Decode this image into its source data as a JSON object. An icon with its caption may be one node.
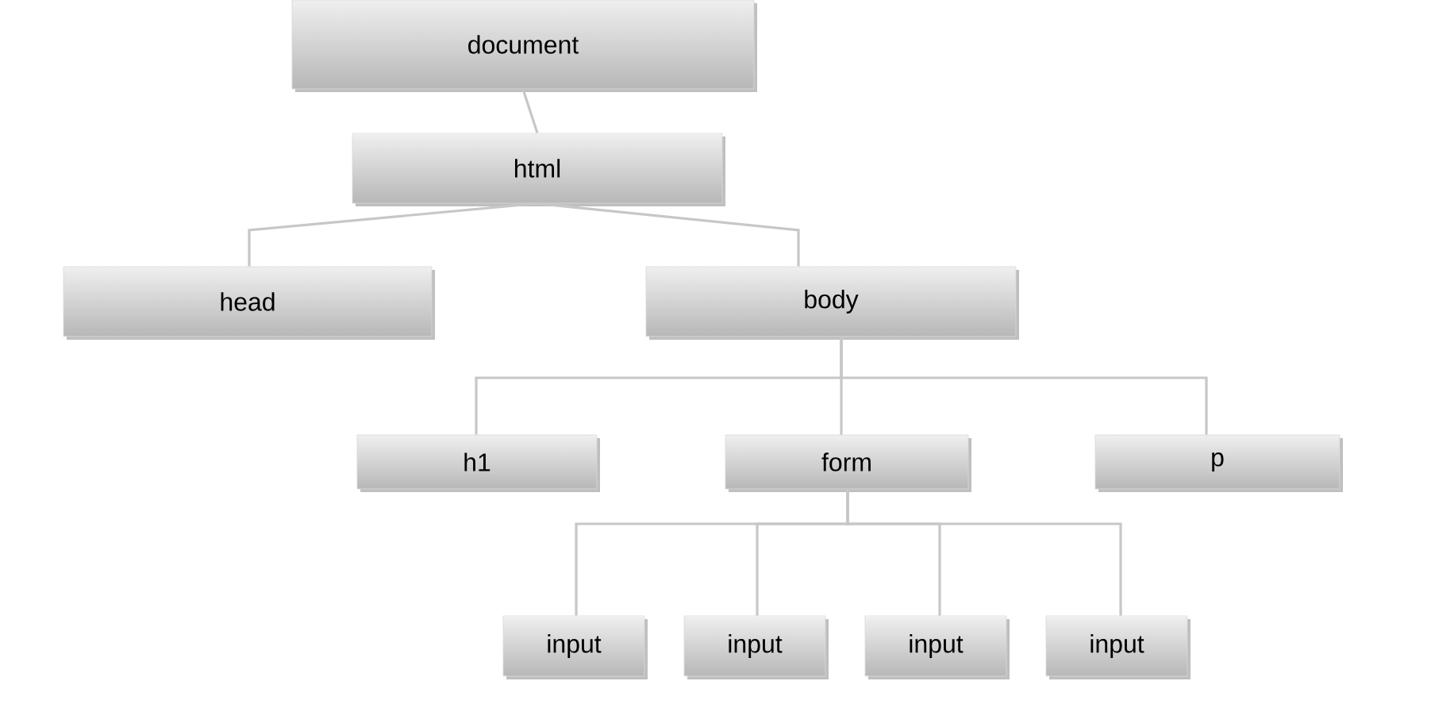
{
  "diagram": {
    "nodes": [
      {
        "text": [
          "document"
        ]
      },
      {
        "text": [
          "html"
        ]
      },
      {
        "text": [
          "head"
        ]
      },
      {
        "text": [
          "body"
        ]
      },
      {
        "text": [
          "h1"
        ]
      },
      {
        "text": [
          "form"
        ]
      },
      {
        "text": [
          "p"
        ]
      },
      {
        "text": [
          "input"
        ]
      },
      {
        "text": [
          "input"
        ]
      },
      {
        "text": [
          "input"
        ]
      },
      {
        "text": [
          "input"
        ]
      }
    ],
    "edges": [
      {
        "from": 0,
        "to": 1,
        "arrow": "none"
      },
      {
        "from": 1,
        "to": 2,
        "arrow": "none"
      },
      {
        "from": 1,
        "to": 3,
        "arrow": "none"
      },
      {
        "from": 3,
        "to": 4,
        "arrow": "none"
      },
      {
        "from": 3,
        "to": 5,
        "arrow": "none"
      },
      {
        "from": 3,
        "to": 6,
        "arrow": "none"
      },
      {
        "from": 5,
        "to": 7,
        "arrow": "none"
      },
      {
        "from": 5,
        "to": 8,
        "arrow": "none"
      },
      {
        "from": 5,
        "to": 9,
        "arrow": "none"
      },
      {
        "from": 5,
        "to": 10,
        "arrow": "none"
      }
    ]
  }
}
